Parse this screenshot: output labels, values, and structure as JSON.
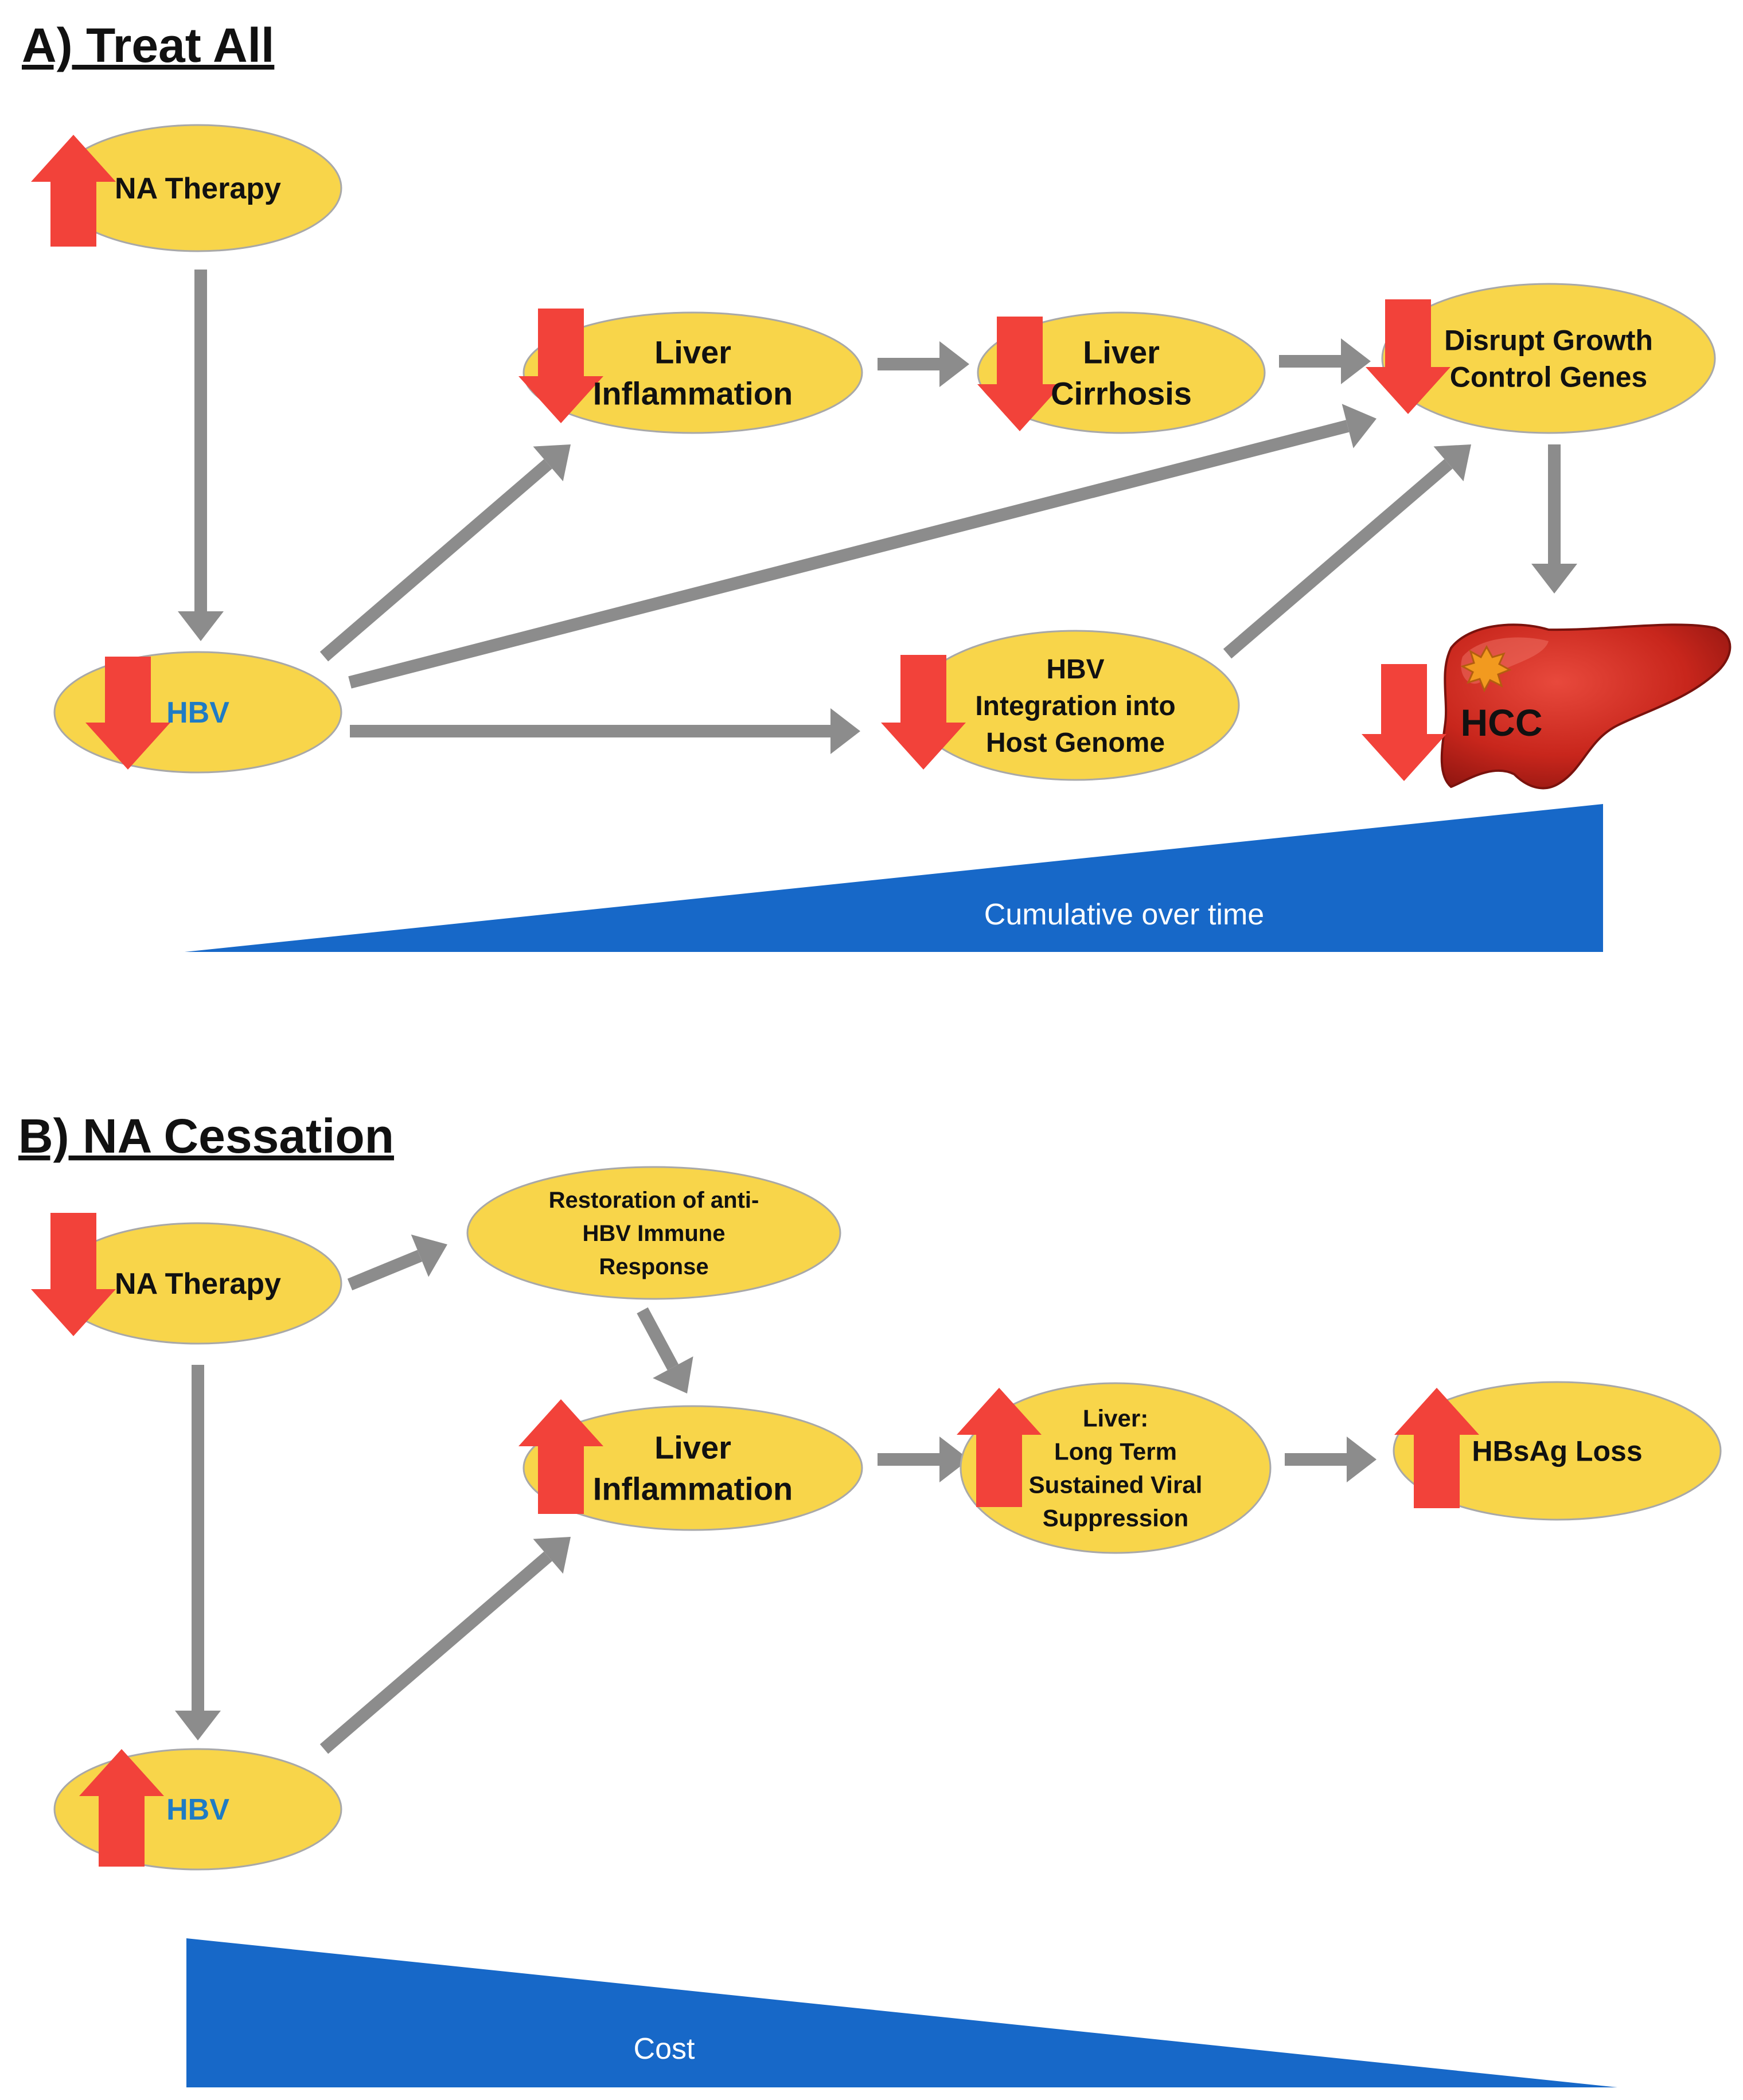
{
  "colors": {
    "ellipse_fill": "#f8d54a",
    "ellipse_stroke": "#a8a8a8",
    "arrow_gray": "#8c8c8c",
    "red_arrow": "#f2423a",
    "hbv_text": "#1f7bc4",
    "wedge_blue": "#1768c8",
    "liver_red": "#c8261c"
  },
  "panel_a": {
    "title": "A) Treat All",
    "nodes": {
      "na_therapy": {
        "lines": [
          "NA Therapy"
        ],
        "direction": "up"
      },
      "hbv": {
        "lines": [
          "HBV"
        ],
        "direction": "down"
      },
      "liver_inflammation": {
        "lines": [
          "Liver",
          "Inflammation"
        ],
        "direction": "down"
      },
      "liver_cirrhosis": {
        "lines": [
          "Liver",
          "Cirrhosis"
        ],
        "direction": "down"
      },
      "disrupt_growth": {
        "lines": [
          "Disrupt Growth",
          "Control Genes"
        ],
        "direction": "down"
      },
      "hbv_integration": {
        "lines": [
          "HBV",
          "Integration into",
          "Host Genome"
        ],
        "direction": "down"
      },
      "hcc": {
        "lines": [
          "HCC"
        ],
        "direction": "down",
        "icon": "liver-icon"
      }
    },
    "wedge_label": "Cumulative over time"
  },
  "panel_b": {
    "title": "B) NA Cessation",
    "nodes": {
      "na_therapy": {
        "lines": [
          "NA Therapy"
        ],
        "direction": "down"
      },
      "restoration": {
        "lines": [
          "Restoration of anti-",
          "HBV Immune",
          "Response"
        ]
      },
      "liver_inflammation": {
        "lines": [
          "Liver",
          "Inflammation"
        ],
        "direction": "up"
      },
      "liver_suppression": {
        "lines": [
          "Liver:",
          "Long Term",
          "Sustained Viral",
          "Suppression"
        ],
        "direction": "up"
      },
      "hbsag_loss": {
        "lines": [
          "HBsAg Loss"
        ],
        "direction": "up"
      },
      "hbv": {
        "lines": [
          "HBV"
        ],
        "direction": "up"
      }
    },
    "wedge_label": "Cost"
  }
}
